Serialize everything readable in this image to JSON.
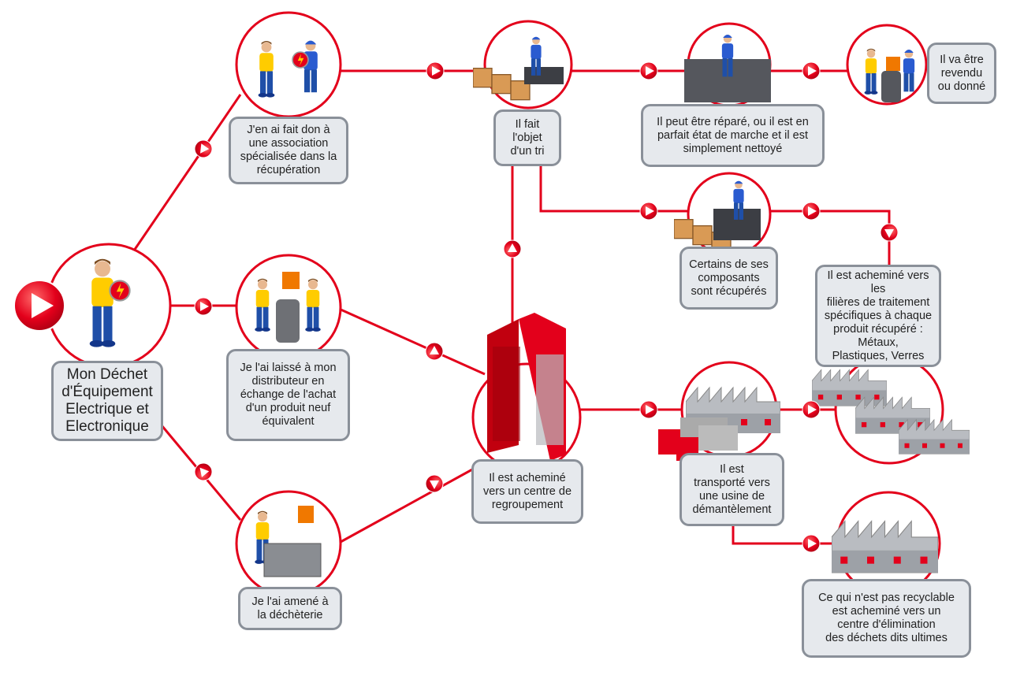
{
  "colors": {
    "accent": "#e3001b",
    "box_fill": "#e6e9ed",
    "box_border": "#8a9099"
  },
  "nodes": {
    "start": "Mon Déchet\nd'Équipement\nElectrique et\nElectronique",
    "donation": "J'en ai fait don à\nune association\nspécialisée dans la\nrécupération",
    "distributor": "Je l'ai laissé à mon\ndistributeur en\néchange de l'achat\nd'un produit neuf\néquivalent",
    "dechetterie": "Je l'ai amené à\nla déchèterie",
    "sort": "Il fait\nl'objet\nd'un tri",
    "repair": "Il peut être réparé, ou il est en\nparfait état de marche et il est\nsimplement nettoyé",
    "resell": "Il va être\nrevendu\nou donné",
    "components": "Certains de ses\ncomposants\nsont récupérés",
    "filieres": "Il est acheminé vers les\nfilières de traitement\nspécifiques à chaque\nproduit récupéré :\nMétaux,\nPlastiques, Verres",
    "regroupement": "Il est acheminé\nvers un centre de\nregroupement",
    "transport": "Il est\ntransporté vers\nune usine de\ndémantèlement",
    "elimination": "Ce qui n'est pas recyclable\nest acheminé vers un\ncentre d'élimination\ndes déchets dits ultimes"
  },
  "icons": [
    "play-icon",
    "person-icon",
    "electronic-device-icon",
    "sorting-conveyor-icon",
    "storage-rack-icon",
    "truck-icon",
    "factory-icon"
  ]
}
